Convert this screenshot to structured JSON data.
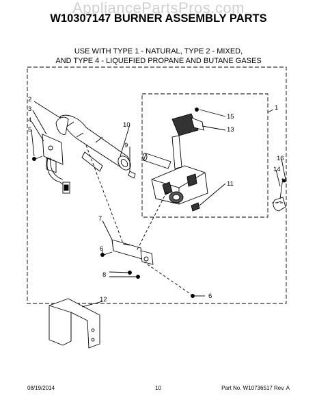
{
  "watermark": "AppliancePartsPros.com",
  "title": "W10307147 BURNER ASSEMBLY PARTS",
  "subtitle_line1": "USE WITH TYPE 1 - NATURAL, TYPE 2 - MIXED,",
  "subtitle_line2": "AND TYPE 4 - LIQUEFIED PROPANE AND BUTANE GASES",
  "callouts": {
    "c1": "1",
    "c2": "2",
    "c3": "3",
    "c4": "4",
    "c5": "5",
    "c6a": "6",
    "c6b": "6",
    "c7": "7",
    "c8": "8",
    "c9": "9",
    "c10": "10",
    "c11": "11",
    "c12": "12",
    "c13": "13",
    "c14": "14",
    "c15": "15",
    "c16": "16"
  },
  "footer": {
    "date": "08/19/2014",
    "page": "10",
    "part_no": "Part No. W10736517  Rev. A"
  }
}
